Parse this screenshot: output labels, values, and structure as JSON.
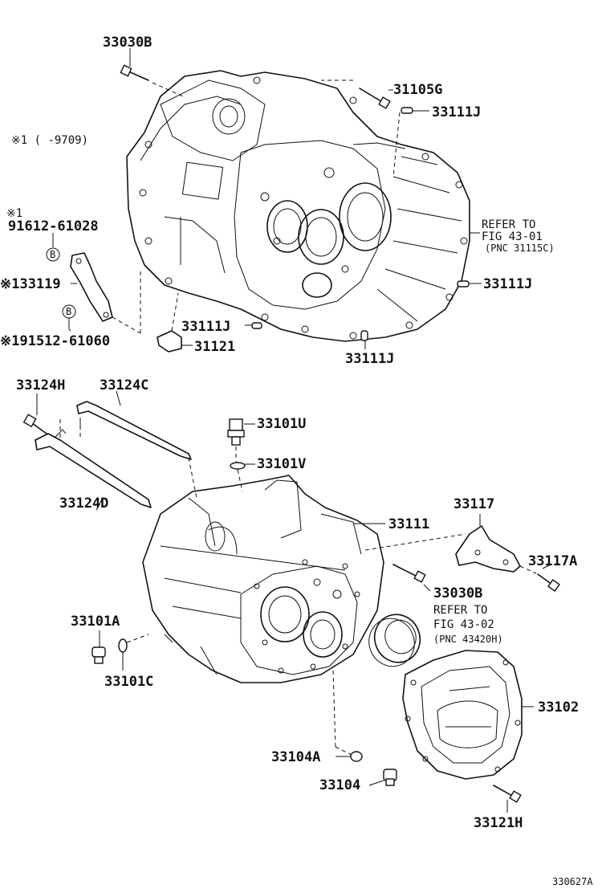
{
  "labels": {
    "p33030B_top": "33030B",
    "p31105G": "31105G",
    "p33111J_a": "33111J",
    "note_9709": "※1 (    -9709)",
    "note_star1": "※1",
    "p91612": "91612-61028",
    "circle_b1": "B",
    "p33119": "※133119",
    "circle_b2": "B",
    "p91512": "※191512-61060",
    "refer1_a": "REFER TO",
    "refer1_b": "FIG 43-01",
    "refer1_c": "(PNC 31115C)",
    "p33111J_b": "33111J",
    "p33111J_c": "33111J",
    "p31121": "31121",
    "p33111J_d": "33111J",
    "p33124H": "33124H",
    "p33124C": "33124C",
    "p33101U": "33101U",
    "p33101V": "33101V",
    "p33124D": "33124D",
    "p33117": "33117",
    "p33111": "33111",
    "p33117A": "33117A",
    "p33030B_mid": "33030B",
    "refer2_a": "REFER TO",
    "refer2_b": "FIG 43-02",
    "refer2_c": "(PNC 43420H)",
    "p33101A": "33101A",
    "p33101C": "33101C",
    "p33102": "33102",
    "p33104A": "33104A",
    "p33104": "33104",
    "p33121H": "33121H",
    "diagram_id": "330627A"
  }
}
